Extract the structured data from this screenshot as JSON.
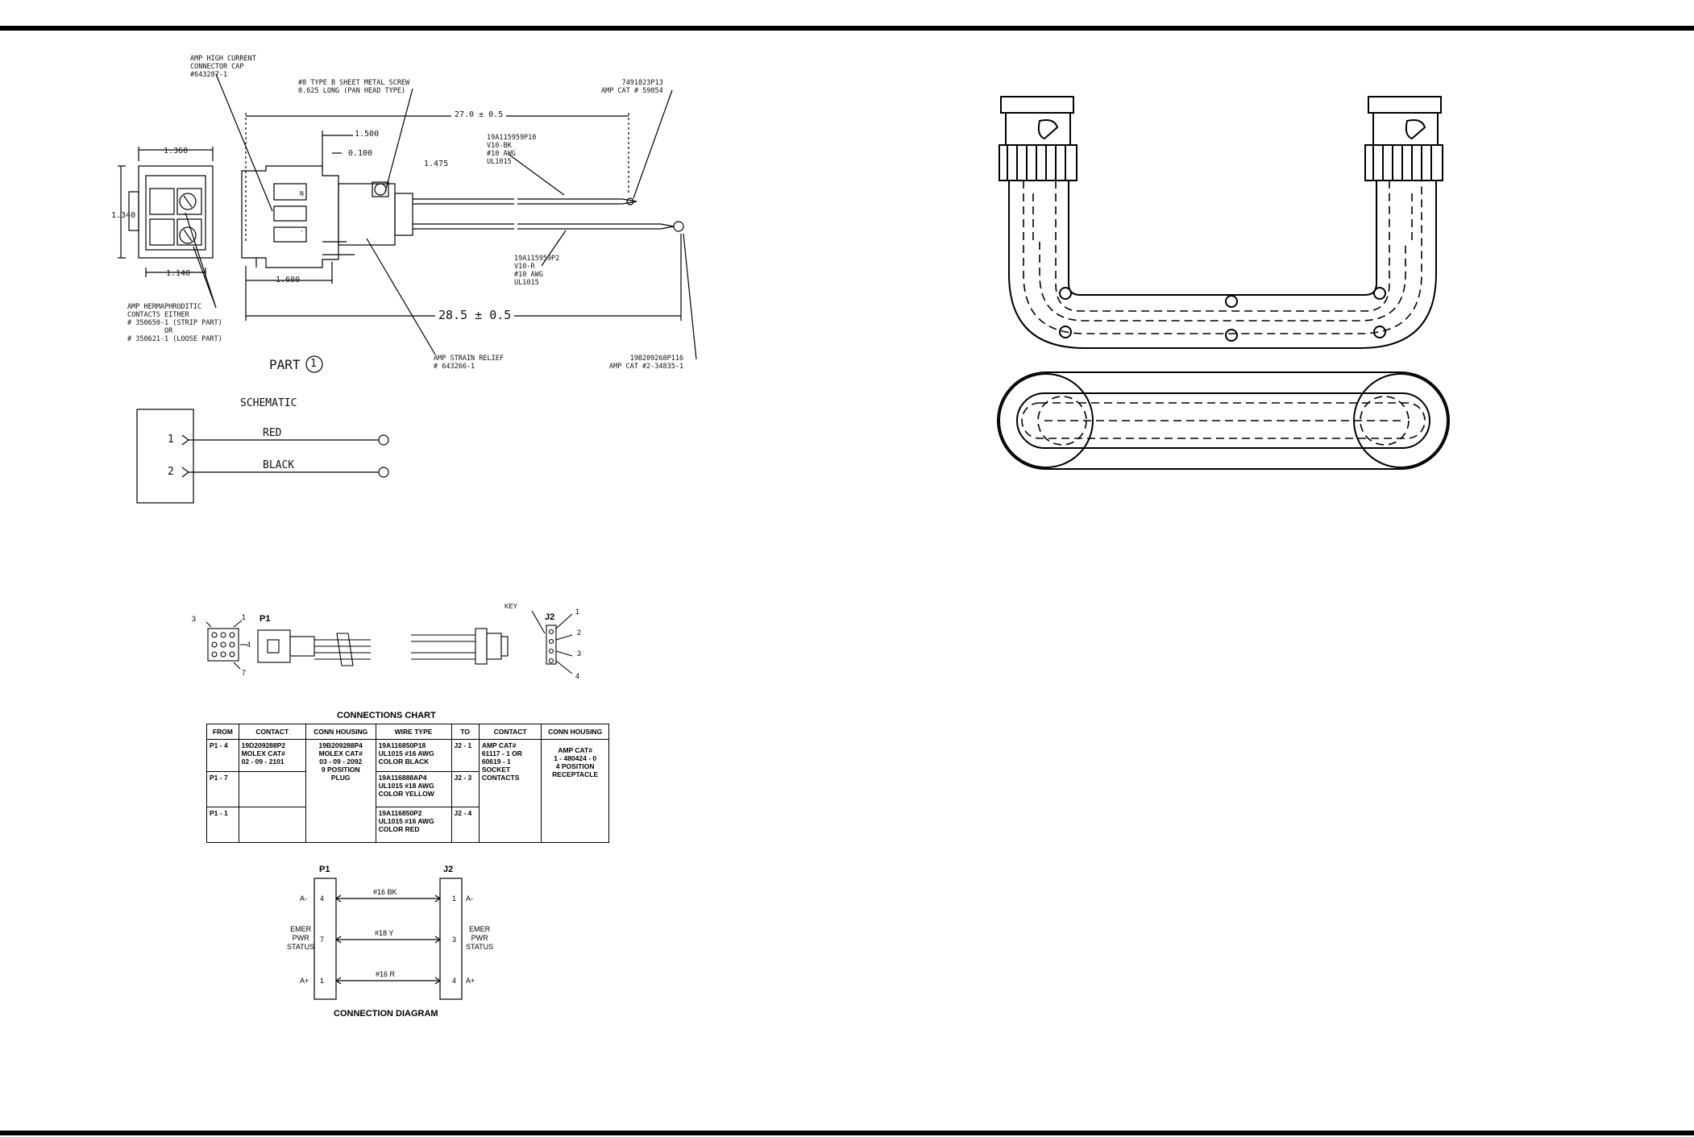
{
  "part1": {
    "callouts": {
      "connector_cap": "AMP HIGH CURRENT\nCONNECTOR CAP\n#643287-1",
      "screw": "#8 TYPE B SHEET METAL SCREW\n0.625 LONG (PAN HEAD TYPE)",
      "terminal_top": "7491823P13\nAMP CAT # 59054",
      "wire_bk": "19A115959P10\nV10-BK\n#10 AWG\nUL1015",
      "wire_r": "19A115959P2\nV10-R\n#10 AWG\nUL1015",
      "contacts": "AMP HERMAPHRODITIC\nCONTACTS EITHER\n# 350650-1 (STRIP PART)\n         OR\n# 350621-1 (LOOSE PART)",
      "strain_relief": "AMP STRAIN RELIEF\n# 643266-1",
      "terminal_bottom": "19B209268P116\nAMP CAT #2-34835-1"
    },
    "dimensions": {
      "width_1360": "1.360",
      "height_1340": "1.340",
      "width_1140": "1.140",
      "d_1500": "1.500",
      "d_0100": "0.100",
      "d_1475": "1.475",
      "d_1600": "1.600",
      "length_top": "27.0 ± 0.5",
      "length_bottom": "28.5 ± 0.5"
    },
    "part_label": "PART",
    "part_number": "1",
    "housing_marks": [
      "N",
      "-"
    ]
  },
  "schematic": {
    "title": "SCHEMATIC",
    "pins": [
      "1",
      "2"
    ],
    "wires": [
      "RED",
      "BLACK"
    ]
  },
  "connector_views": {
    "p1_label": "P1",
    "j2_label": "J2",
    "key_label": "KEY",
    "p1_pins": [
      "3",
      "1",
      "4",
      "7"
    ],
    "j2_pins": [
      "1",
      "2",
      "3",
      "4"
    ]
  },
  "connections_chart": {
    "title": "CONNECTIONS CHART",
    "headers": [
      "FROM",
      "CONTACT",
      "CONN HOUSING",
      "WIRE TYPE",
      "TO",
      "CONTACT",
      "CONN HOUSING"
    ],
    "rows": [
      {
        "from": "P1 - 4",
        "contact": "19D209288P2\nMOLEX CAT#\n02 - 09 - 2101",
        "wire": "19A116850P18\nUL1015 #16 AWG\nCOLOR BLACK",
        "to": "J2 - 1"
      },
      {
        "from": "P1 - 7",
        "contact": "",
        "wire": "19A116888AP4\nUL1015 #18 AWG\nCOLOR YELLOW",
        "to": "J2 - 3"
      },
      {
        "from": "P1 - 1",
        "contact": "",
        "wire": "19A116850P2\nUL1015 #16 AWG\nCOLOR RED",
        "to": "J2 - 4"
      }
    ],
    "conn_housing_p1": "19B209288P4\nMOLEX CAT#\n03 - 09 - 2092\n9 POSITION\nPLUG",
    "contact_j2": "AMP CAT#\n61117 - 1 OR\n60619 - 1\nSOCKET\nCONTACTS",
    "conn_housing_j2": "AMP CAT#\n1 - 480424 - 0\n4 POSITION\nRECEPTACLE"
  },
  "connection_diagram": {
    "title": "CONNECTION DIAGRAM",
    "left_label": "P1",
    "right_label": "J2",
    "left_side": [
      "A-",
      "EMER\nPWR\nSTATUS",
      "A+"
    ],
    "right_side": [
      "A-",
      "EMER\nPWR\nSTATUS",
      "A+"
    ],
    "p1_pins": [
      "4",
      "7",
      "1"
    ],
    "j2_pins": [
      "1",
      "3",
      "4"
    ],
    "wires": [
      "#16 BK",
      "#18 Y",
      "#16 R"
    ]
  }
}
